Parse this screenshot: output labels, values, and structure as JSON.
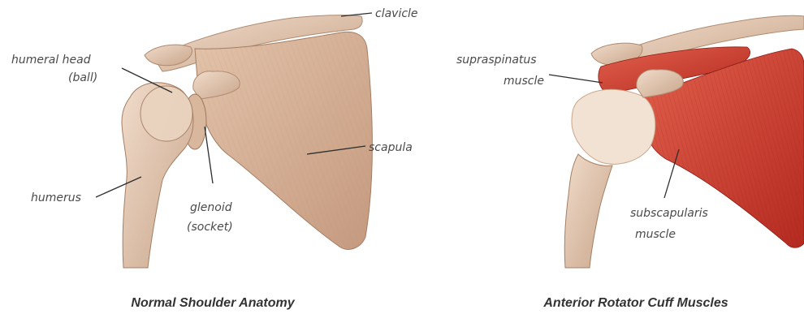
{
  "panels": [
    {
      "caption": "Normal Shoulder Anatomy",
      "labels": {
        "clavicle": "clavicle",
        "humeral_head_1": "humeral head",
        "humeral_head_2": "(ball)",
        "scapula": "scapula",
        "humerus": "humerus",
        "glenoid_1": "glenoid",
        "glenoid_2": "(socket)"
      }
    },
    {
      "caption": "Anterior Rotator Cuff Muscles",
      "labels": {
        "supraspinatus_1": "supraspinatus",
        "supraspinatus_2": "muscle",
        "subscapularis_1": "subscapularis",
        "subscapularis_2": "muscle"
      }
    }
  ],
  "colors": {
    "bone": "#e6cdb6",
    "bone_shadow": "#c9a58a",
    "muscle": "#c9392b",
    "muscle_light": "#e46a55",
    "tendon": "#f1e2d3"
  }
}
